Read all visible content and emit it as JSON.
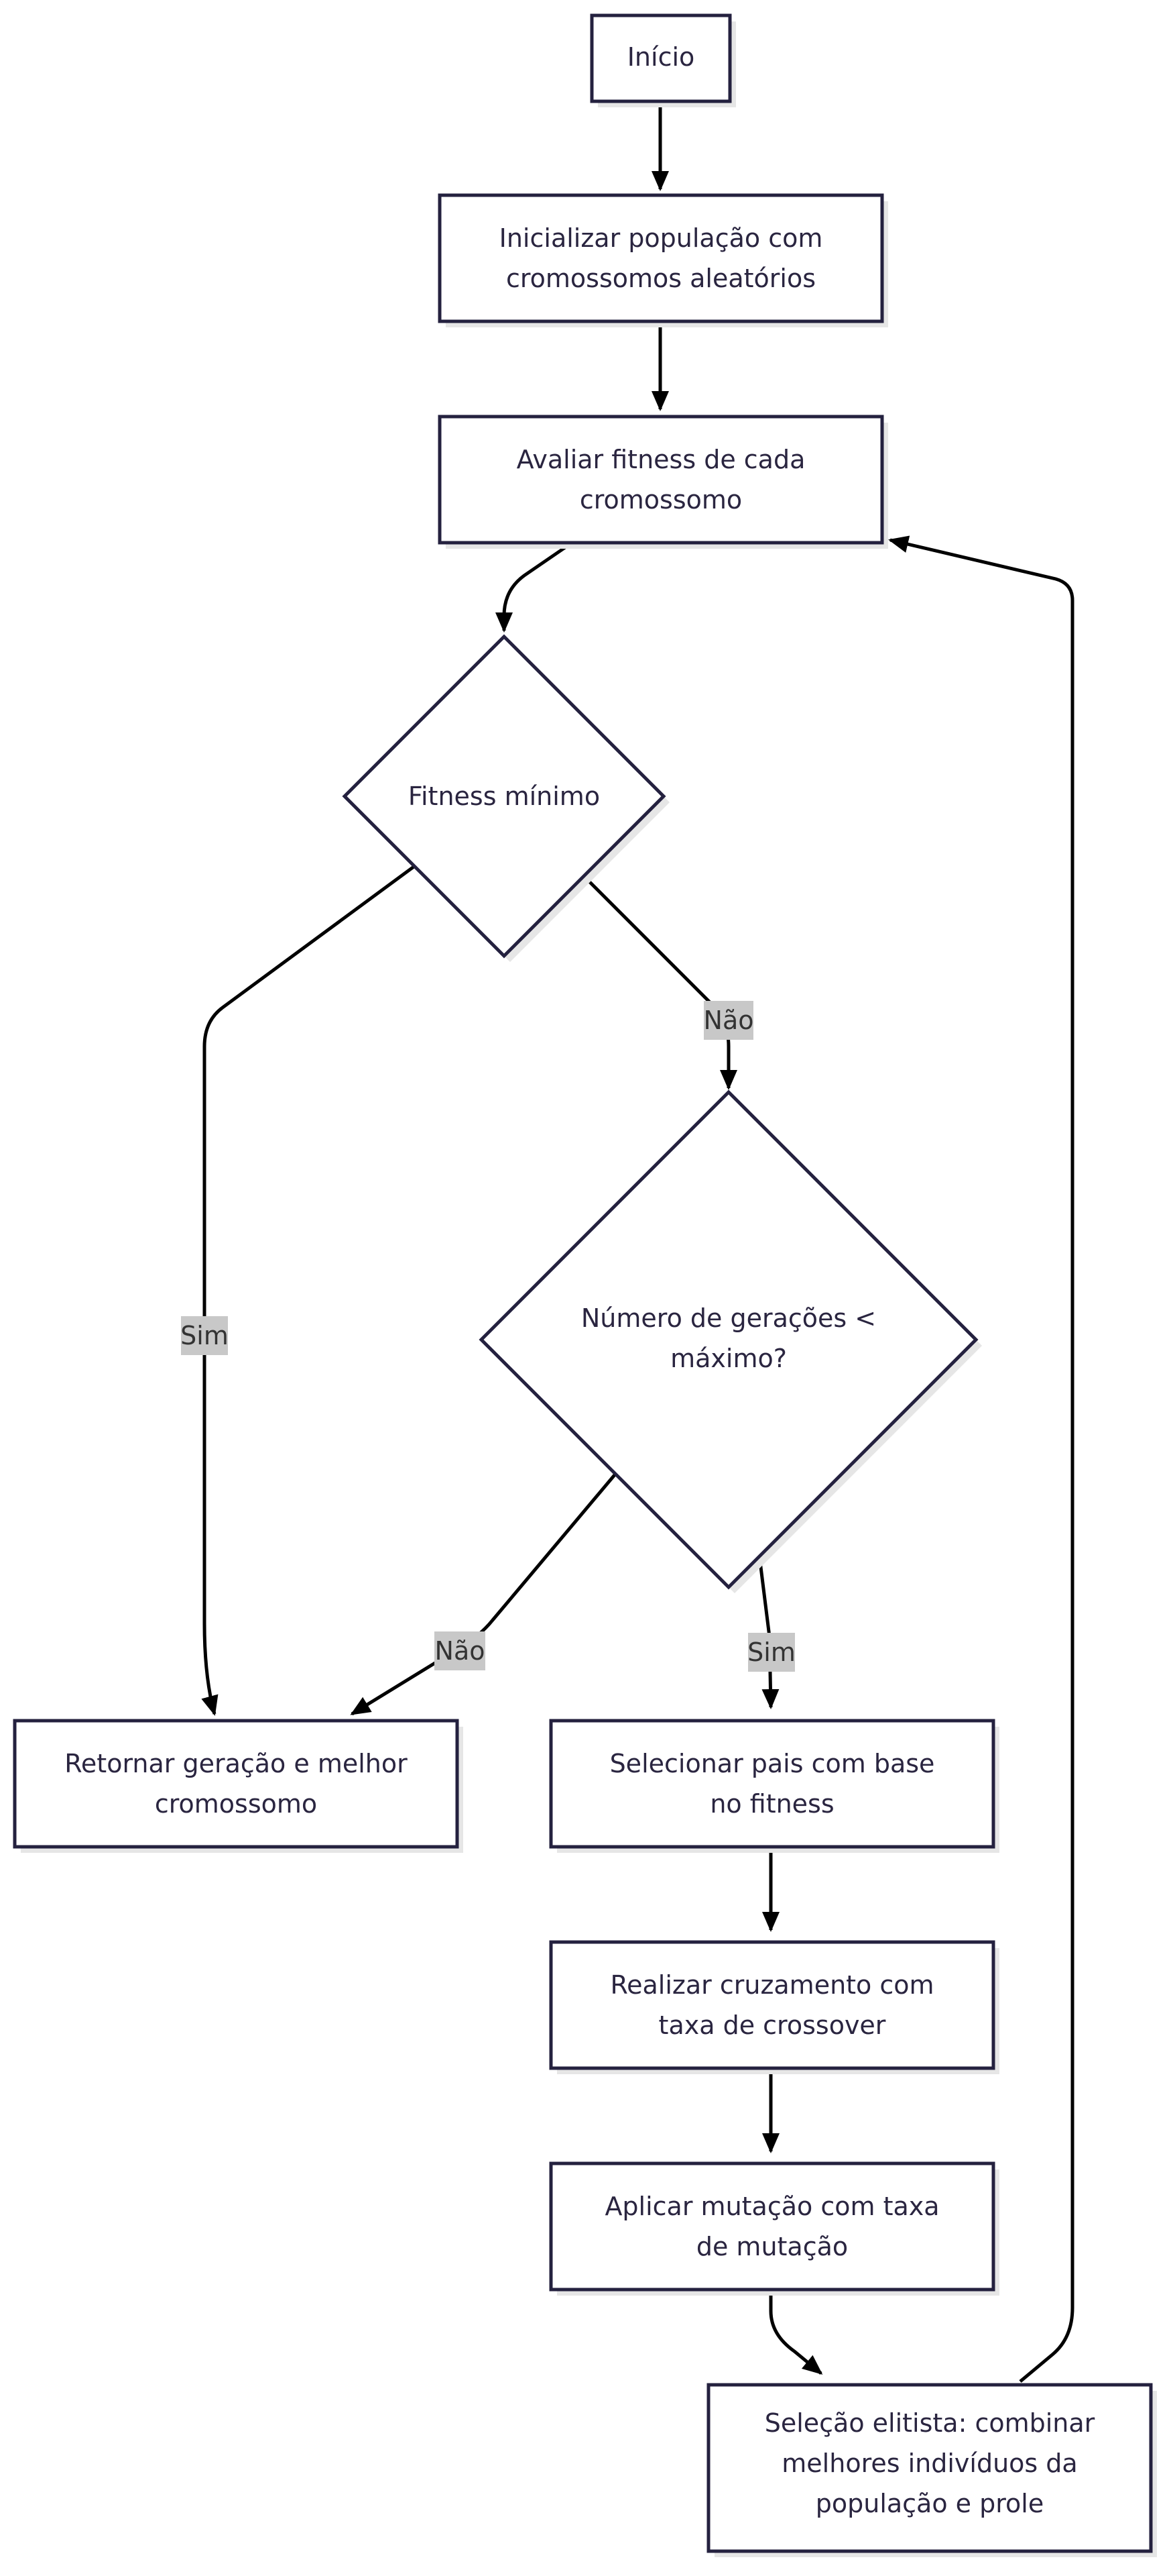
{
  "nodes": {
    "inicio": "Início",
    "inicializar": [
      "Inicializar população com",
      "cromossomos aleatórios"
    ],
    "avaliar": [
      "Avaliar fitness de cada",
      "cromossomo"
    ],
    "fitness_minimo": "Fitness mínimo",
    "num_geracoes": [
      "Número de gerações <",
      "máximo?"
    ],
    "retornar": [
      "Retornar geração e melhor",
      "cromossomo"
    ],
    "selecionar": [
      "Selecionar pais com base",
      "no fitness"
    ],
    "cruzamento": [
      "Realizar cruzamento com",
      "taxa de crossover"
    ],
    "mutacao": [
      "Aplicar mutação com taxa",
      "de mutação"
    ],
    "elitista": [
      "Seleção elitista: combinar",
      "melhores indivíduos da",
      "população e prole"
    ]
  },
  "edge_labels": {
    "sim_fitness": "Sim",
    "nao_fitness": "Não",
    "nao_geracoes": "Não",
    "sim_geracoes": "Sim"
  },
  "colors": {
    "node_stroke": "#24213f",
    "node_fill": "#ffffff",
    "edge": "#000000",
    "label_background": "#c8c8c8",
    "shadow": "#e6e6e6"
  }
}
